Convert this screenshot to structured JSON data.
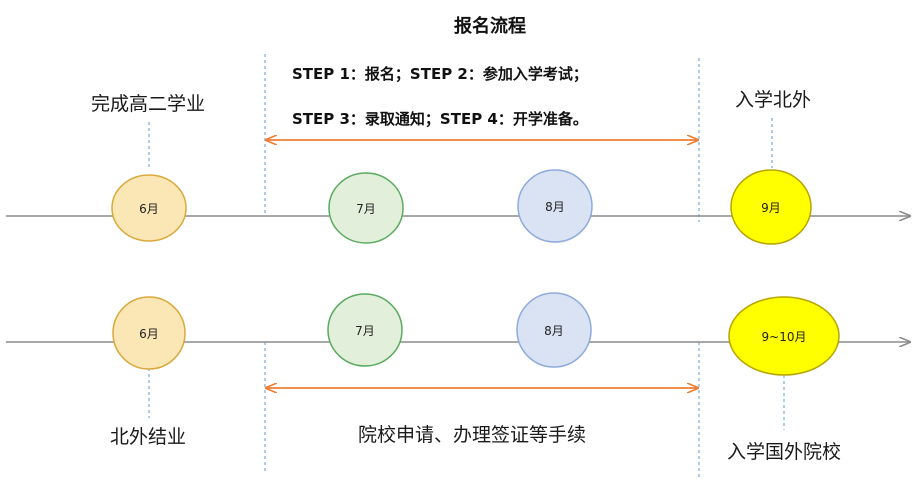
{
  "title": "报名流程",
  "steps_line1": "STEP 1：报名；STEP 2：参加入学考试；",
  "steps_line2": "STEP 3：录取通知；STEP 4：开学准备。",
  "top_row": {
    "left_label": "完成高二学业",
    "right_label": "入学北外",
    "nodes": [
      {
        "label": "6月",
        "fill": "#fbe7b5",
        "stroke": "#d9a93c"
      },
      {
        "label": "7月",
        "fill": "#e2efdb",
        "stroke": "#5aaa5f"
      },
      {
        "label": "8月",
        "fill": "#dae3f3",
        "stroke": "#8faadc"
      },
      {
        "label": "9月",
        "fill": "#ffff00",
        "stroke": "#b8a300"
      }
    ]
  },
  "bottom_row": {
    "left_label": "北外结业",
    "middle_label": "院校申请、办理签证等手续",
    "right_label": "入学国外院校",
    "nodes": [
      {
        "label": "6月",
        "fill": "#fbe7b5",
        "stroke": "#d9a93c"
      },
      {
        "label": "7月",
        "fill": "#e2efdb",
        "stroke": "#5aaa5f"
      },
      {
        "label": "8月",
        "fill": "#dae3f3",
        "stroke": "#8faadc"
      },
      {
        "label": "9~10月",
        "fill": "#ffff00",
        "stroke": "#b8a300"
      }
    ]
  },
  "colors": {
    "timeline": "#8c8c8c",
    "span_arrow": "#ed7d31",
    "dashed_guide": "#5b9bd5"
  }
}
